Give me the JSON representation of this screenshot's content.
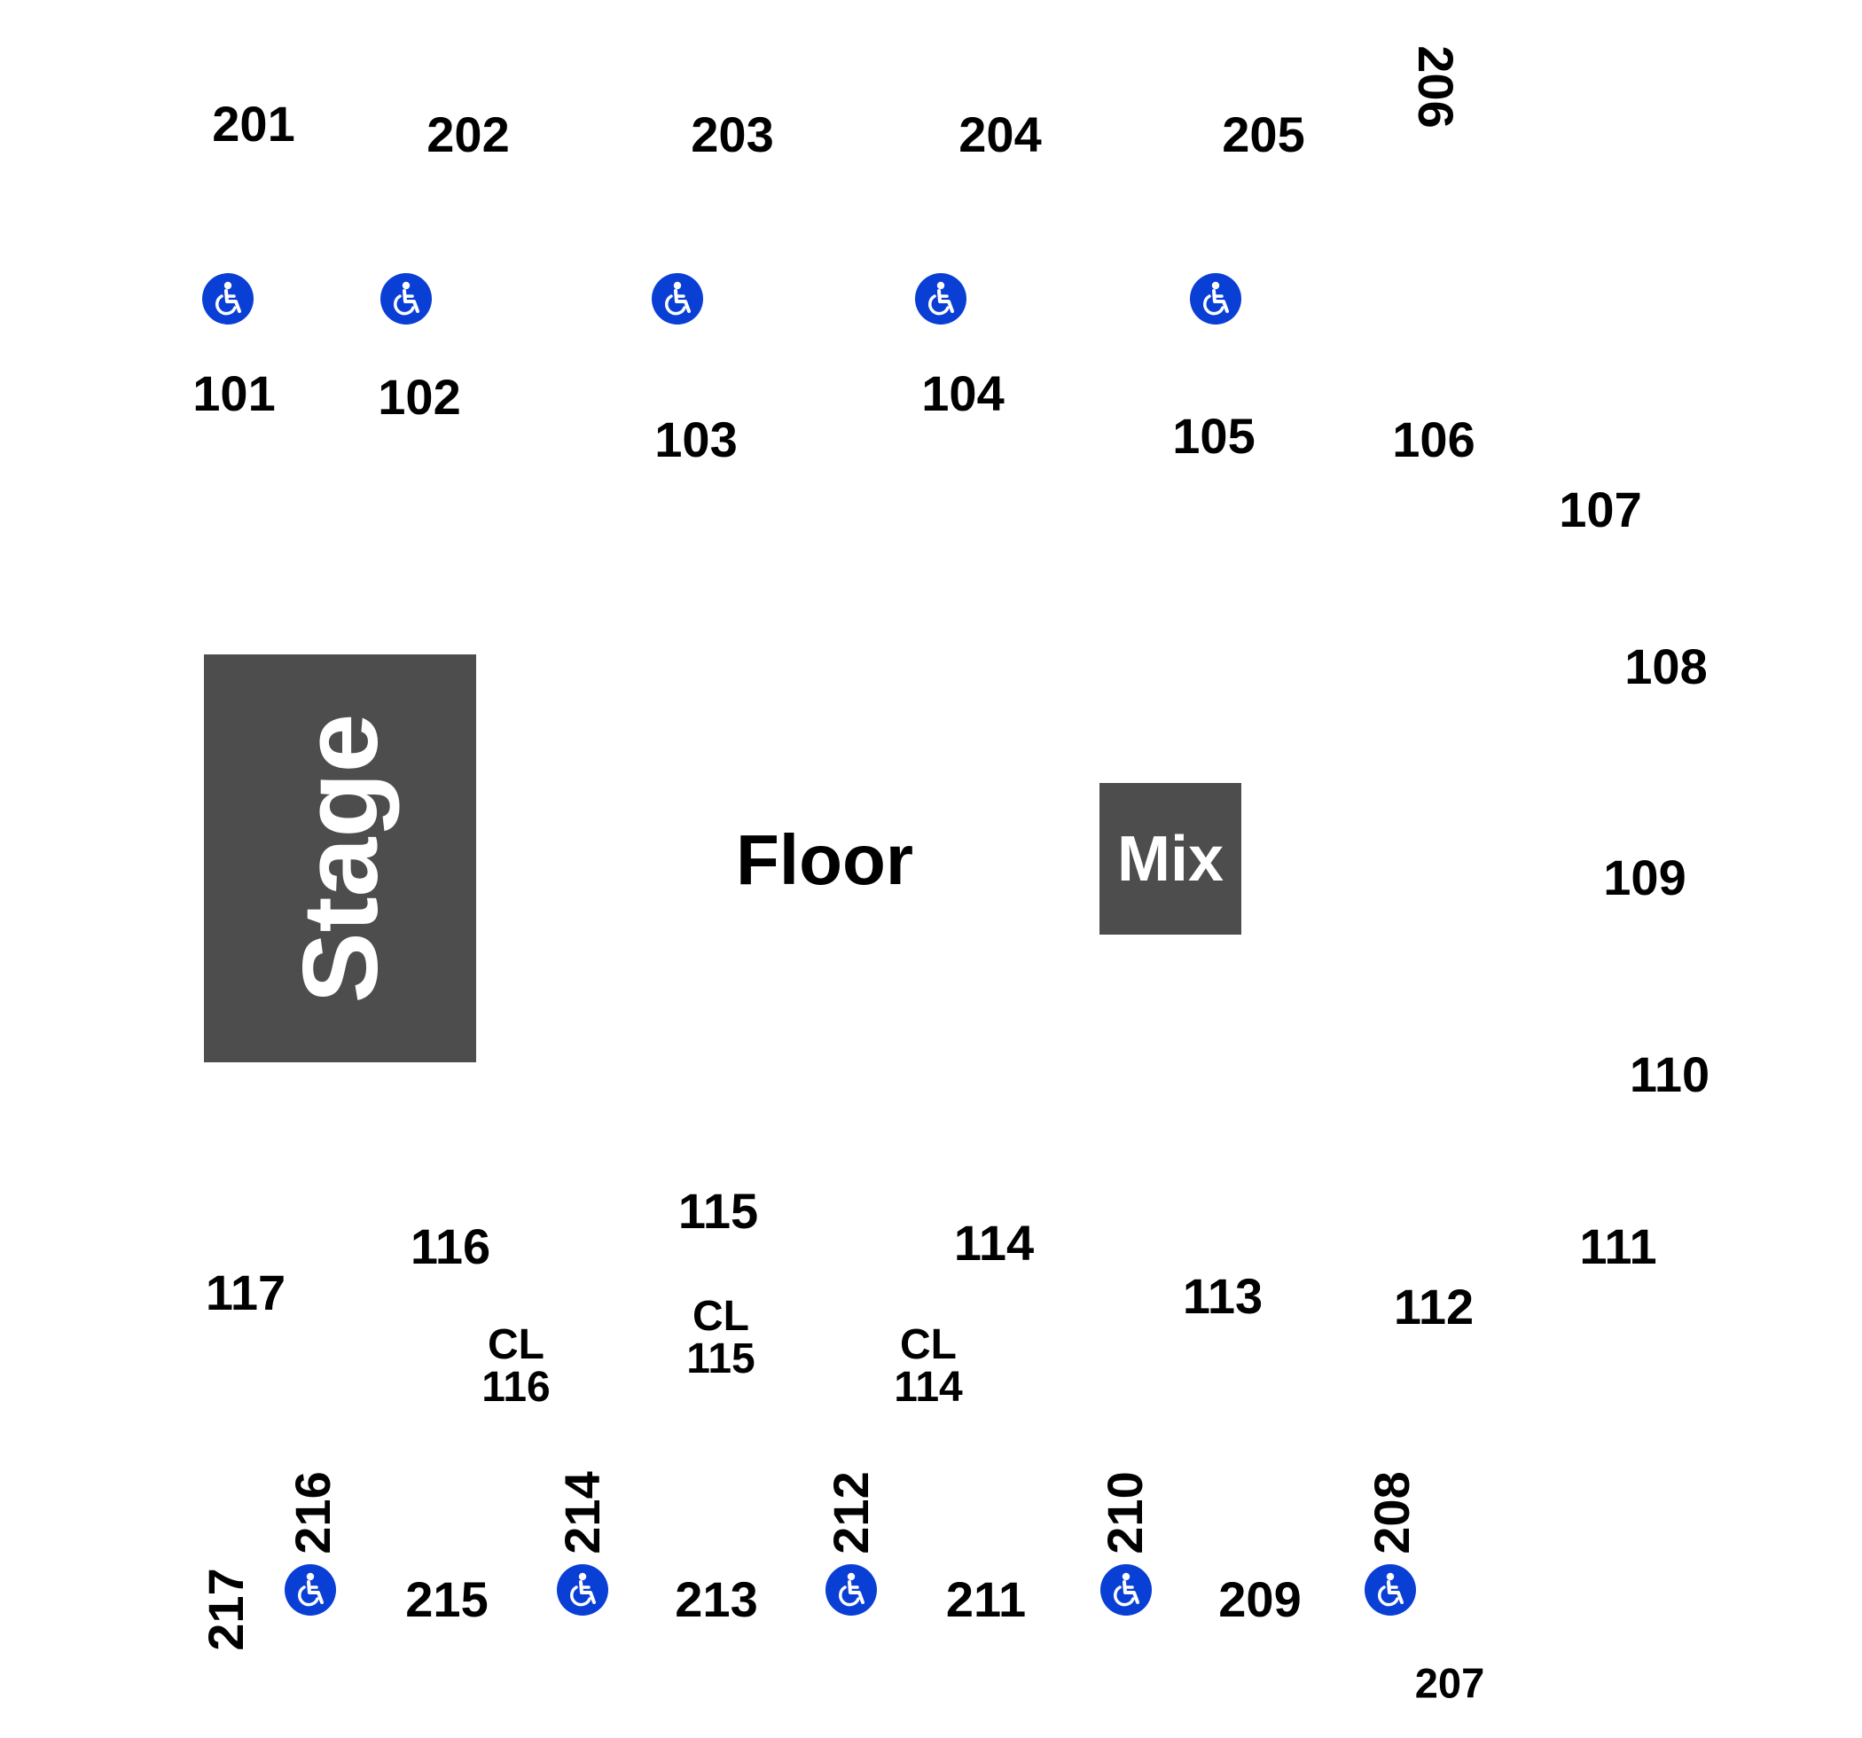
{
  "venue": {
    "stage_label": "Stage",
    "floor_label": "Floor",
    "mix_label": "Mix"
  },
  "colors": {
    "block_fill": "#4d4d4d",
    "ada_blue": "#0a3fd6",
    "text": "#000000"
  },
  "sections": {
    "s201": "201",
    "s202": "202",
    "s203": "203",
    "s204": "204",
    "s205": "205",
    "s206": "206",
    "s101": "101",
    "s102": "102",
    "s103": "103",
    "s104": "104",
    "s105": "105",
    "s106": "106",
    "s107": "107",
    "s108": "108",
    "s109": "109",
    "s110": "110",
    "s111": "111",
    "s112": "112",
    "s113": "113",
    "s114": "114",
    "s115": "115",
    "s116": "116",
    "s117": "117",
    "s207": "207",
    "s208": "208",
    "s209": "209",
    "s210": "210",
    "s211": "211",
    "s212": "212",
    "s213": "213",
    "s214": "214",
    "s215": "215",
    "s216": "216",
    "s217": "217",
    "cl116_a": "CL",
    "cl116_b": "116",
    "cl115_a": "CL",
    "cl115_b": "115",
    "cl114_a": "CL",
    "cl114_b": "114"
  },
  "icons": {
    "accessibility": "wheelchair-icon"
  }
}
